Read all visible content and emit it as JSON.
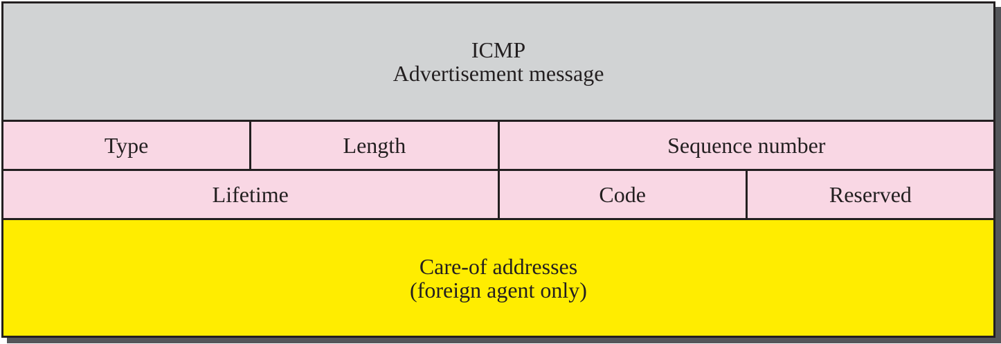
{
  "header": {
    "line1": "ICMP",
    "line2": "Advertisement message"
  },
  "rows": [
    {
      "cells": [
        {
          "label": "Type"
        },
        {
          "label": "Length"
        },
        {
          "label": "Sequence number"
        }
      ]
    },
    {
      "cells": [
        {
          "label": "Lifetime"
        },
        {
          "label": "Code"
        },
        {
          "label": "Reserved"
        }
      ]
    }
  ],
  "footer": {
    "line1": "Care-of addresses",
    "line2": "(foreign agent only)"
  },
  "colors": {
    "header_bg": "#d1d3d4",
    "field_bg": "#f9d7e4",
    "footer_bg": "#ffed00",
    "border": "#231f20",
    "shadow": "#54565a",
    "text": "#231f20"
  }
}
